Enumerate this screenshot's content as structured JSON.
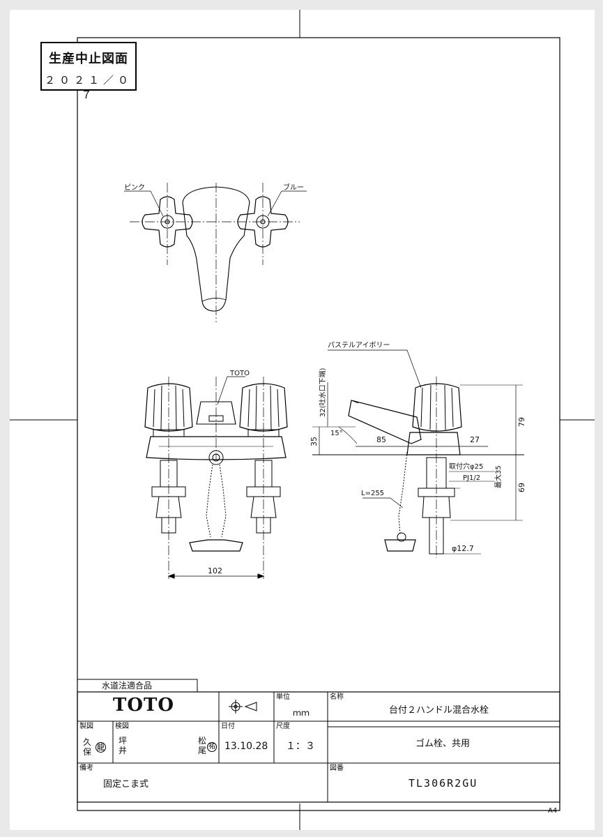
{
  "stamp": {
    "title": "生産中止図面",
    "date": "２０２１／０７"
  },
  "drawing": {
    "top_view": {
      "left_handle_label": "ピンク",
      "right_handle_label": "ブルー"
    },
    "front_view": {
      "brand_mark": "TOTO",
      "width_dim": "102"
    },
    "side_view": {
      "color_label": "パステルアイボリー",
      "spout_note": "32(吐水口下端)",
      "angle": "15°",
      "dim_35": "35",
      "dim_85": "85",
      "dim_27": "27",
      "dim_79": "79",
      "dim_69": "69",
      "hole_label": "取付穴φ25",
      "max_label": "最大35",
      "thread_label": "PJ1/2",
      "chain_label": "L=255",
      "pipe_dim": "φ12.7"
    }
  },
  "title_block": {
    "cert_label": "水道法適合品",
    "logo": "TOTO",
    "unit_header": "単位",
    "unit_value": "ｍｍ",
    "name_header": "名称",
    "name_value": "台付２ハンドル混合水栓",
    "sub_name_value": "ゴム栓、共用",
    "drafted_header": "製図",
    "drafted_value_1": "久",
    "drafted_value_2": "保",
    "drafted_seal": "龍",
    "checked_header": "検図",
    "checked_value_1": "坪",
    "checked_value_2": "井",
    "approved_value_1": "松",
    "approved_value_2": "尾",
    "approved_seal": "祐",
    "date_header": "日付",
    "date_value": "13.10.28",
    "scale_header": "尺度",
    "scale_value": "１：３",
    "remarks_header": "備考",
    "remarks_value": "固定こま式",
    "drawing_no_header": "図番",
    "drawing_no_value": "TL306R2GU"
  },
  "paper_size": "A4"
}
